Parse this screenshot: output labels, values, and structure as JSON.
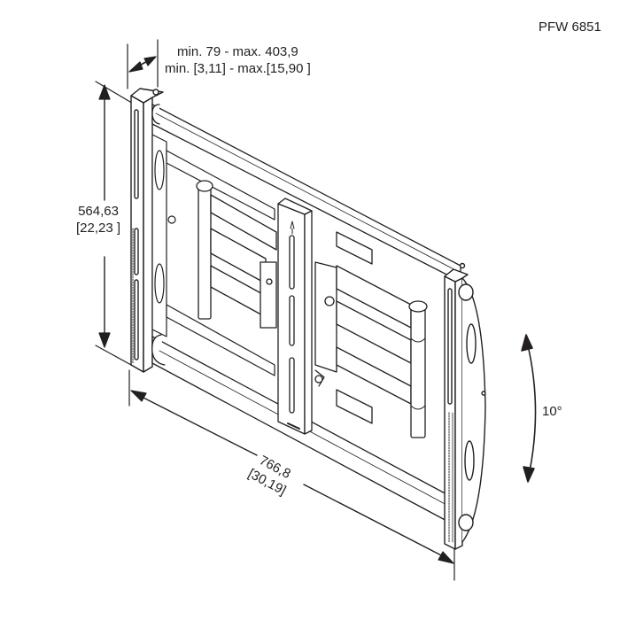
{
  "drawing": {
    "title": "TV wall mount dimension drawing",
    "model": "PFW 6851",
    "stroke_color": "#231f20",
    "background": "#ffffff"
  },
  "dimensions": {
    "depth": {
      "metric": "min. 79 - max. 403,9",
      "imperial": "min. [3,11] - max.[15,90 ]"
    },
    "height": {
      "metric": "564,63",
      "imperial": "[22,23 ]"
    },
    "width": {
      "metric": "766,8",
      "imperial": "[30,19]"
    },
    "tilt": {
      "value": "10°"
    }
  }
}
